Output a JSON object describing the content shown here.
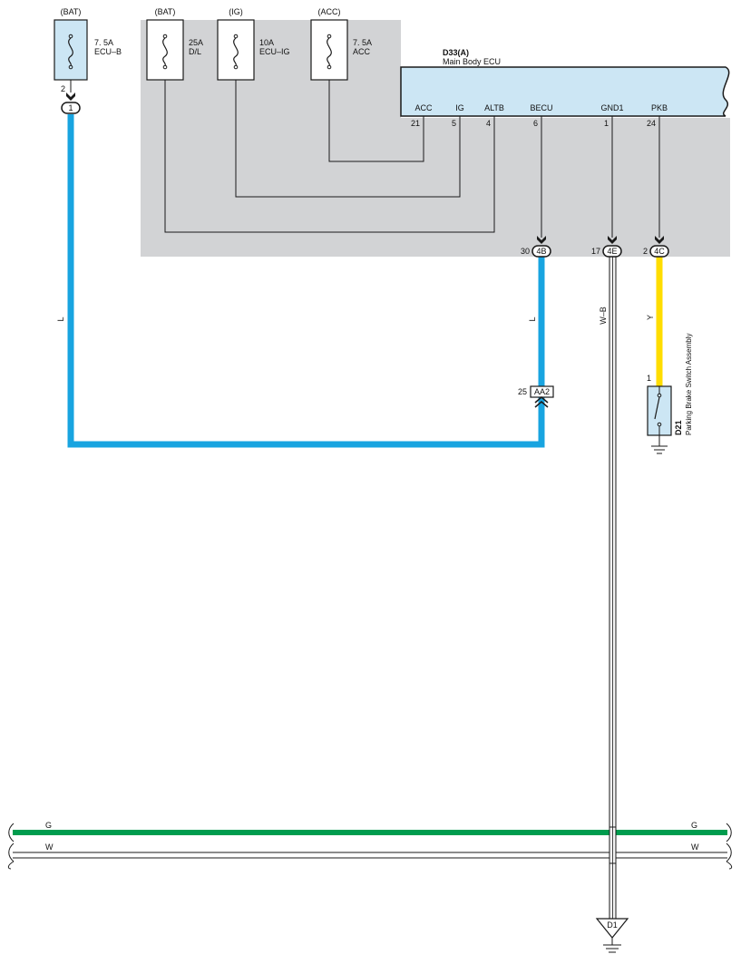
{
  "colors": {
    "background": "#ffffff",
    "shade_region": "#d2d3d5",
    "component_fill": "#cce6f4",
    "wire_L": "#18a4e0",
    "wire_Y": "#ffdd00",
    "wire_G": "#009c4e",
    "wire_W": "#d9d9d9",
    "wire_WB": "#eeeeee",
    "line": "#1a1a1a"
  },
  "fuses": [
    {
      "source": "(BAT)",
      "rating": "7. 5A",
      "name": "ECU–B"
    },
    {
      "source": "(BAT)",
      "rating": "25A",
      "name": "D/L"
    },
    {
      "source": "(IG)",
      "rating": "10A",
      "name": "ECU–IG"
    },
    {
      "source": "(ACC)",
      "rating": "7. 5A",
      "name": "ACC"
    }
  ],
  "fuse1": {
    "pin_top": "2",
    "connector": "1"
  },
  "ecu": {
    "code": "D33(A)",
    "name": "Main Body ECU",
    "terminals": [
      {
        "label": "ACC",
        "pin": "21"
      },
      {
        "label": "IG",
        "pin": "5"
      },
      {
        "label": "ALTB",
        "pin": "4"
      },
      {
        "label": "BECU",
        "pin": "6"
      },
      {
        "label": "GND1",
        "pin": "1"
      },
      {
        "label": "PKB",
        "pin": "24"
      }
    ]
  },
  "connectors": [
    {
      "pin": "30",
      "code": "4B"
    },
    {
      "pin": "17",
      "code": "4E"
    },
    {
      "pin": "2",
      "code": "4C"
    }
  ],
  "junction_aa2": {
    "pin": "25",
    "code": "AA2"
  },
  "wire_labels": {
    "left_l": "L",
    "mid_l": "L",
    "wb": "W–B",
    "y": "Y"
  },
  "parking_brake": {
    "code": "D21",
    "name": "Parking Brake Switch Assembly",
    "pin": "1"
  },
  "bus": [
    {
      "label": "G"
    },
    {
      "label": "W"
    }
  ],
  "ground": {
    "code": "D1"
  }
}
